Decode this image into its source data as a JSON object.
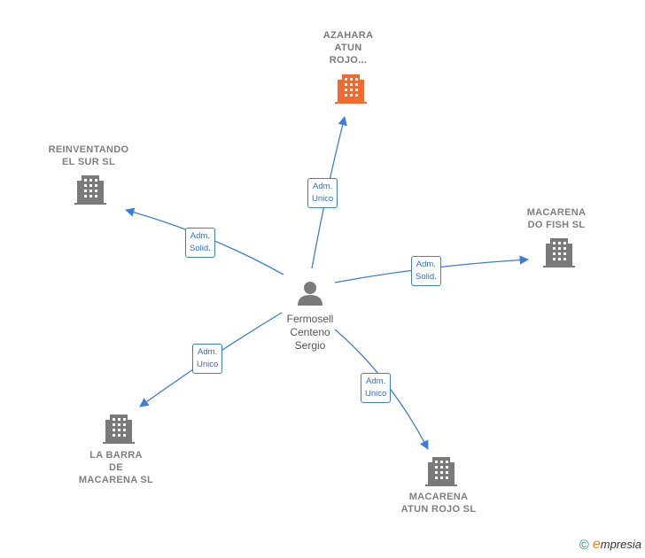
{
  "colors": {
    "edge": "#3b7dd8",
    "building_default": "#7a7a7a",
    "building_highlight": "#f26a33",
    "person": "#7a7a7a"
  },
  "person": {
    "name_lines": [
      "Fermosell",
      "Centeno",
      "Sergio"
    ]
  },
  "companies": {
    "azahara": {
      "lines": [
        "AZAHARA",
        "ATUN",
        "ROJO..."
      ],
      "highlight": true
    },
    "reinventando": {
      "lines": [
        "REINVENTANDO",
        "EL SUR  SL"
      ]
    },
    "macarena_fish": {
      "lines": [
        "MACARENA",
        "DO FISH  SL"
      ]
    },
    "la_barra": {
      "lines": [
        "LA BARRA",
        "DE",
        "MACARENA  SL"
      ]
    },
    "macarena_atun": {
      "lines": [
        "MACARENA",
        "ATUN ROJO  SL"
      ]
    }
  },
  "edges": {
    "azahara": {
      "lines": [
        "Adm.",
        "Unico"
      ]
    },
    "reinventando": {
      "lines": [
        "Adm.",
        "Solid."
      ]
    },
    "macarena_fish": {
      "lines": [
        "Adm.",
        "Solid."
      ]
    },
    "la_barra": {
      "lines": [
        "Adm.",
        "Unico"
      ]
    },
    "macarena_atun": {
      "lines": [
        "Adm.",
        "Unico"
      ]
    }
  },
  "footer": {
    "copyright_symbol": "©",
    "brand_initial": "e",
    "brand_rest": "mpresia"
  }
}
